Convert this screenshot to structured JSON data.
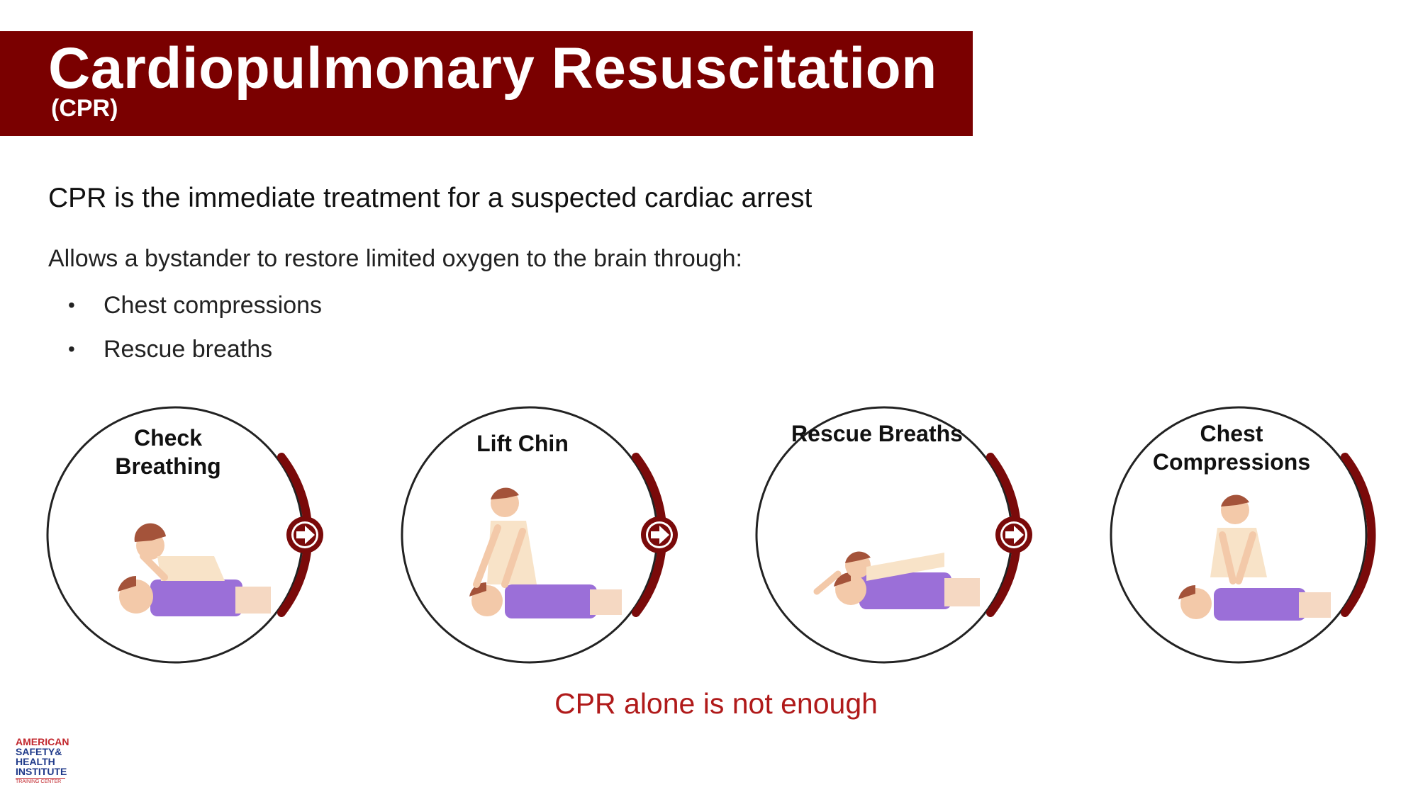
{
  "header": {
    "title": "Cardiopulmonary Resuscitation",
    "subtitle": "(CPR)"
  },
  "content": {
    "headline": "CPR is the immediate treatment for a suspected cardiac arrest",
    "intro": "Allows a bystander to restore limited oxygen to the brain through:",
    "bullets": [
      "Chest compressions",
      "Rescue breaths"
    ]
  },
  "steps": [
    {
      "label": "Check Breathing",
      "icon": "check-breathing-illustration"
    },
    {
      "label": "Lift Chin",
      "icon": "lift-chin-illustration"
    },
    {
      "label": "Rescue Breaths",
      "icon": "rescue-breaths-illustration"
    },
    {
      "label": "Chest Compressions",
      "icon": "chest-compressions-illustration"
    }
  ],
  "notice": "CPR alone is not enough",
  "logo": {
    "line1": "AMERICAN",
    "line2": "SAFETY&",
    "line3": "HEALTH",
    "line4": "INSTITUTE",
    "line5": "TRAINING CENTER"
  },
  "colors": {
    "brand": "#7a0000",
    "arc": "#7a0a0a",
    "notice": "#b01a1a",
    "logo_red": "#c2272d",
    "logo_blue": "#1f3a8a"
  }
}
